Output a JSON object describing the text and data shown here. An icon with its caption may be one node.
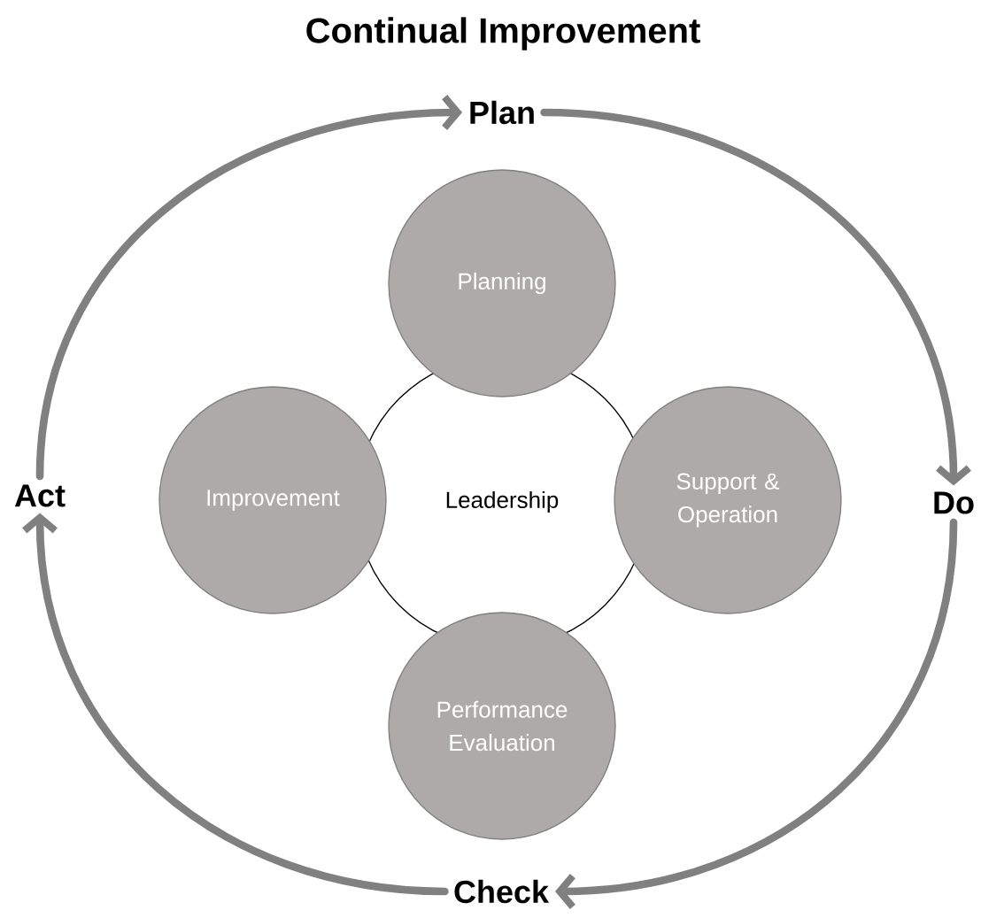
{
  "diagram": {
    "title": "Continual Improvement",
    "nodes": [
      {
        "text": [
          "Plan"
        ]
      },
      {
        "text": [
          "Do"
        ]
      },
      {
        "text": [
          "Check"
        ]
      },
      {
        "text": [
          "Act"
        ]
      },
      {
        "text": [
          "Leadership"
        ]
      },
      {
        "text": [
          "Planning"
        ]
      },
      {
        "text": [
          "Support & Operation"
        ]
      },
      {
        "text": [
          "Performance Evaluation"
        ]
      },
      {
        "text": [
          "Improvement"
        ]
      }
    ],
    "edges": [
      {
        "from": 0,
        "to": 1,
        "arrow": "to"
      },
      {
        "from": 1,
        "to": 2,
        "arrow": "to"
      },
      {
        "from": 2,
        "to": 3,
        "arrow": "to"
      },
      {
        "from": 3,
        "to": 0,
        "arrow": "to"
      }
    ]
  }
}
